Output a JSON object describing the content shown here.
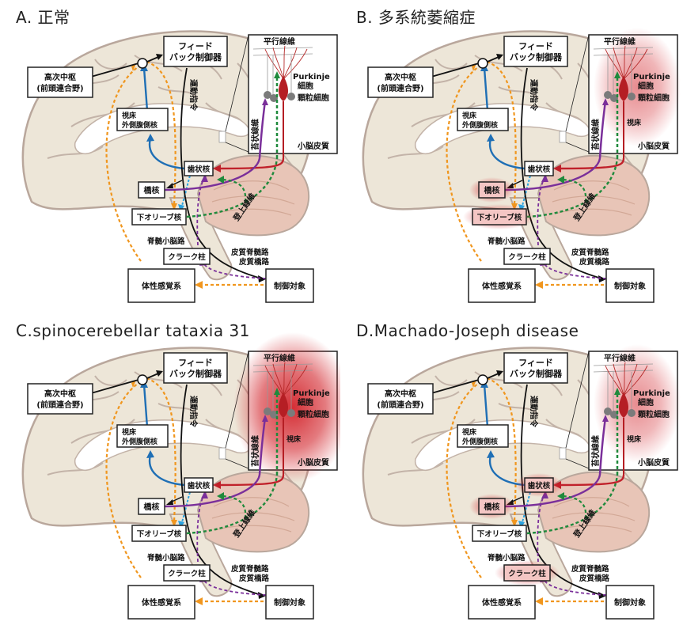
{
  "labels": {
    "higher_center_1": "高次中枢",
    "higher_center_2": "(前頭連合野)",
    "feedback_1": "フィード",
    "feedback_2": "バック制御器",
    "motor_command": "運動指令",
    "thalamus_1": "視床",
    "thalamus_2": "外側腹側核",
    "parallel_fiber": "平行線維",
    "purkinje_1": "Purkinje",
    "purkinje_2": "細胞",
    "granule_cell": "顆粒細胞",
    "climbing_fiber": "苔状線維",
    "thalamus_inset": "視床",
    "cerebellar_cortex": "小脳皮質",
    "dentate_nucleus": "歯状核",
    "pontine_nucleus": "橋核",
    "inferior_olive": "下オリーブ核",
    "climbing_fiber_tract": "登上線維",
    "spinocerebellar_tract": "脊髄小脳路",
    "clarke_column": "クラーク柱",
    "corticospinal_1": "皮質脊髄路",
    "corticospinal_2": "皮質橋路",
    "somatosensory": "体性感覚系",
    "controlled_object": "制御対象"
  },
  "colors": {
    "highlight": "#d2232a",
    "blue_path": "#1f6fb5",
    "orange_path": "#f0961e",
    "green_path": "#1f8a3c",
    "purple_path": "#7a2f9a",
    "red_path": "#c0202a",
    "lightblue_path": "#2aa3e0",
    "brain_fill": "#ede6d8",
    "brain_stroke": "#b9a79c",
    "cerebellum_fill": "#e8c5b7"
  },
  "panels": [
    {
      "id": "A",
      "title": "A. 正常",
      "highlights": [],
      "inset_glow": "none",
      "show_thalamus_inset": false
    },
    {
      "id": "B",
      "title": "B. 多系統萎縮症",
      "highlights": [
        "pontine_nucleus",
        "inferior_olive"
      ],
      "inset_glow": "medium",
      "show_thalamus_inset": true
    },
    {
      "id": "C",
      "title": "C.spinocerebellar tataxia 31",
      "highlights": [],
      "inset_glow": "strong",
      "show_thalamus_inset": true
    },
    {
      "id": "D",
      "title": "D.Machado-Joseph disease",
      "highlights": [
        "dentate_nucleus",
        "pontine_nucleus",
        "clarke_column"
      ],
      "inset_glow": "medium",
      "show_thalamus_inset": true
    }
  ]
}
